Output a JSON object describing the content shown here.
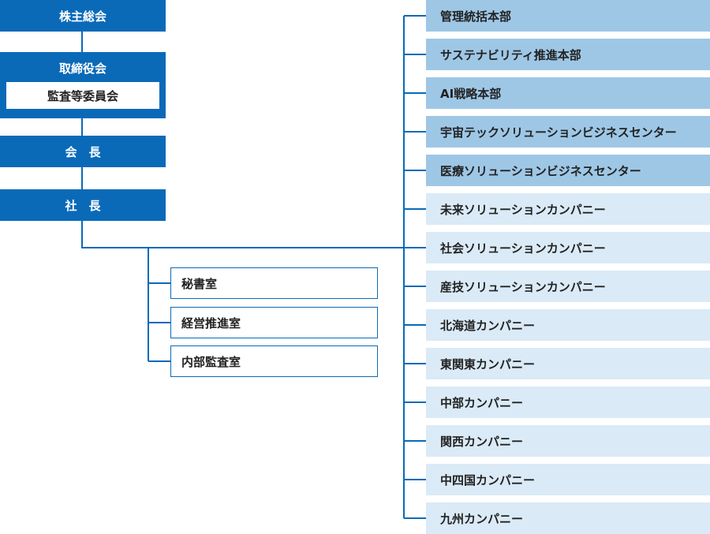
{
  "colors": {
    "executive": "#0a6ab8",
    "hq_division": "#9ec7e6",
    "company_division": "#daeaf6",
    "line": "#0a6ab8"
  },
  "executive": {
    "shareholders": "株主総会",
    "board": "取締役会",
    "audit_committee": "監査等委員会",
    "chairman": "会　長",
    "president": "社　長"
  },
  "staff_offices": [
    "秘書室",
    "経営推進室",
    "内部監査室"
  ],
  "divisions": [
    {
      "label": "管理統括本部",
      "tier": "dark"
    },
    {
      "label": "サステナビリティ推進本部",
      "tier": "dark"
    },
    {
      "label": "AI戦略本部",
      "tier": "dark"
    },
    {
      "label": "宇宙テックソリューションビジネスセンター",
      "tier": "dark"
    },
    {
      "label": "医療ソリューションビジネスセンター",
      "tier": "dark"
    },
    {
      "label": "未来ソリューションカンパニー",
      "tier": "light"
    },
    {
      "label": "社会ソリューションカンパニー",
      "tier": "light"
    },
    {
      "label": "産技ソリューションカンパニー",
      "tier": "light"
    },
    {
      "label": "北海道カンパニー",
      "tier": "light"
    },
    {
      "label": "東関東カンパニー",
      "tier": "light"
    },
    {
      "label": "中部カンパニー",
      "tier": "light"
    },
    {
      "label": "関西カンパニー",
      "tier": "light"
    },
    {
      "label": "中四国カンパニー",
      "tier": "light"
    },
    {
      "label": "九州カンパニー",
      "tier": "light"
    }
  ]
}
